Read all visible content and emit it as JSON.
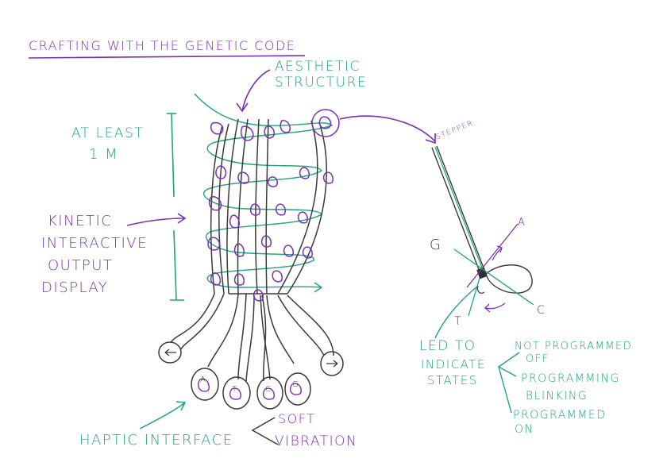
{
  "title": "CRAFTING WITH THE GENETIC CODE",
  "labels": {
    "aesthetic_line1": "AESTHETIC",
    "aesthetic_line2": "STRUCTURE",
    "height_line1": "AT LEAST",
    "height_line2": "1 M",
    "kinetic_line1": "KINETIC",
    "kinetic_line2": "INTERACTIVE",
    "kinetic_line3": "OUTPUT",
    "kinetic_line4": "DISPLAY",
    "haptic": "HAPTIC INTERFACE",
    "soft": "SOFT",
    "vibration": "VIBRATION",
    "stepper": "STEPPER",
    "led_line1": "LED TO",
    "led_line2": "INDICATE",
    "led_line3": "STATES",
    "state1_line1": "NOT PROGRAMMED",
    "state1_line2": "OFF",
    "state2_line1": "PROGRAMMING",
    "state2_line2": "BLINKING",
    "state3_line1": "PROGRAMMED",
    "state3_line2": "ON"
  },
  "axis_letters": {
    "g": "G",
    "a": "A",
    "c": "C",
    "t": "T"
  },
  "buttons": {
    "b1": "A",
    "b2": "T",
    "b3": "C",
    "b4": "G"
  },
  "colors": {
    "purple": "#7a2fb8",
    "green": "#1fa37b",
    "dark": "#3a3a3a"
  }
}
